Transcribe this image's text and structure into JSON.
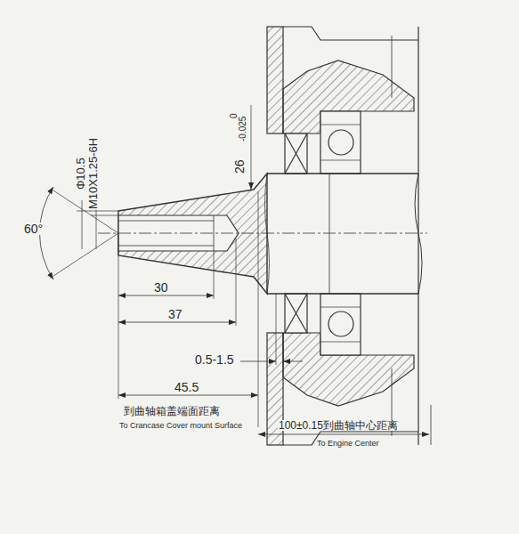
{
  "diagram": {
    "labels": [
      "Φ10.5",
      "M10X1.25-6H",
      "60°",
      "26",
      "0",
      "-0.025",
      "30",
      "37",
      "0.5-1.5",
      "45.5",
      "到曲轴箱盖端面距离",
      "To Crancase Cover mount Surface",
      "100±0.15到曲轴中心距离",
      "To Engine Center"
    ]
  }
}
